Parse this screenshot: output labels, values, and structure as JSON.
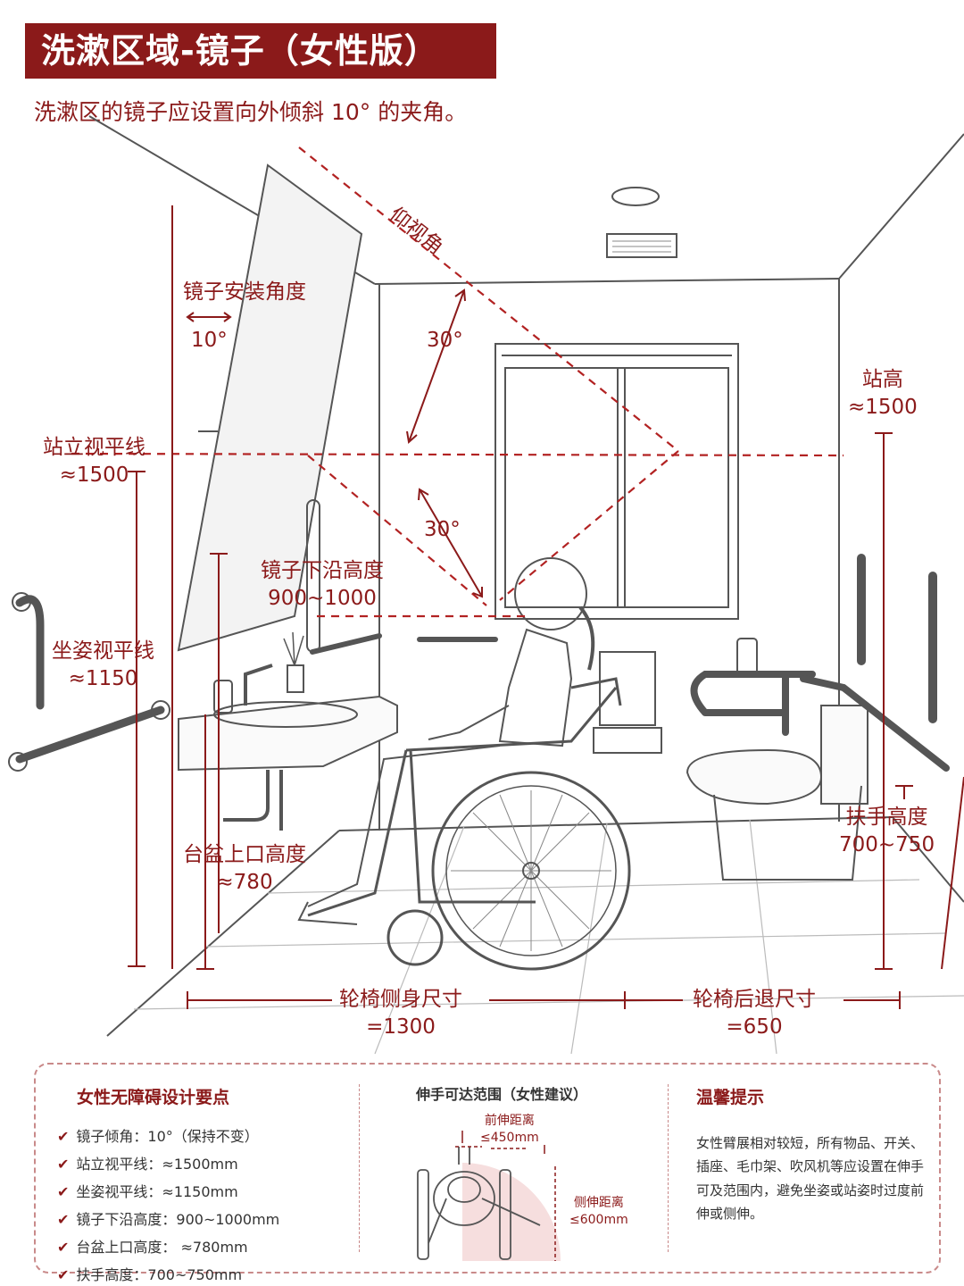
{
  "header": {
    "title": "洗漱区域-镜子（女性版）",
    "subtitle": "洗漱区的镜子应设置向外倾斜 10° 的夹角。"
  },
  "labels": {
    "elevation_angle": "仰视角",
    "mirror_angle_title": "镜子安装角度",
    "mirror_angle_value": "10°",
    "angle_up": "30°",
    "angle_down": "30°",
    "standing_eye_title": "站立视平线",
    "standing_eye_value": "≈1500",
    "standing_height_title": "站高",
    "standing_height_value": "≈1500",
    "mirror_bottom_title": "镜子下沿高度",
    "mirror_bottom_value": "900~1000",
    "seated_eye_title": "坐姿视平线",
    "seated_eye_value": "≈1150",
    "basin_title": "台盆上口高度",
    "basin_value": "≈780",
    "handrail_title": "扶手高度",
    "handrail_value": "700~750",
    "side_title": "轮椅侧身尺寸",
    "side_value": "=1300",
    "back_title": "轮椅后退尺寸",
    "back_value": "=650"
  },
  "panel": {
    "key_points_title": "女性无障碍设计要点",
    "key_points": [
      "镜子倾角：10°（保持不变）",
      "站立视平线：≈1500mm",
      "坐姿视平线：≈1150mm",
      "镜子下沿高度：900~1000mm",
      "台盆上口高度：  ≈780mm",
      "扶手高度：700~750mm"
    ],
    "reach_title": "伸手可达范围（女性建议）",
    "forward_title": "前伸距离",
    "forward_value": "≤450mm",
    "side_title": "侧伸距离",
    "side_value": "≤600mm",
    "tips_title": "温馨提示",
    "tips_text": "女性臂展相对较短，所有物品、开关、插座、毛巾架、吹风机等应设置在伸手可及范围内，避免坐姿或站姿时过度前伸或侧伸。"
  },
  "colors": {
    "accent": "#8b1a1a",
    "line": "#b22222",
    "sketch": "#555555"
  }
}
